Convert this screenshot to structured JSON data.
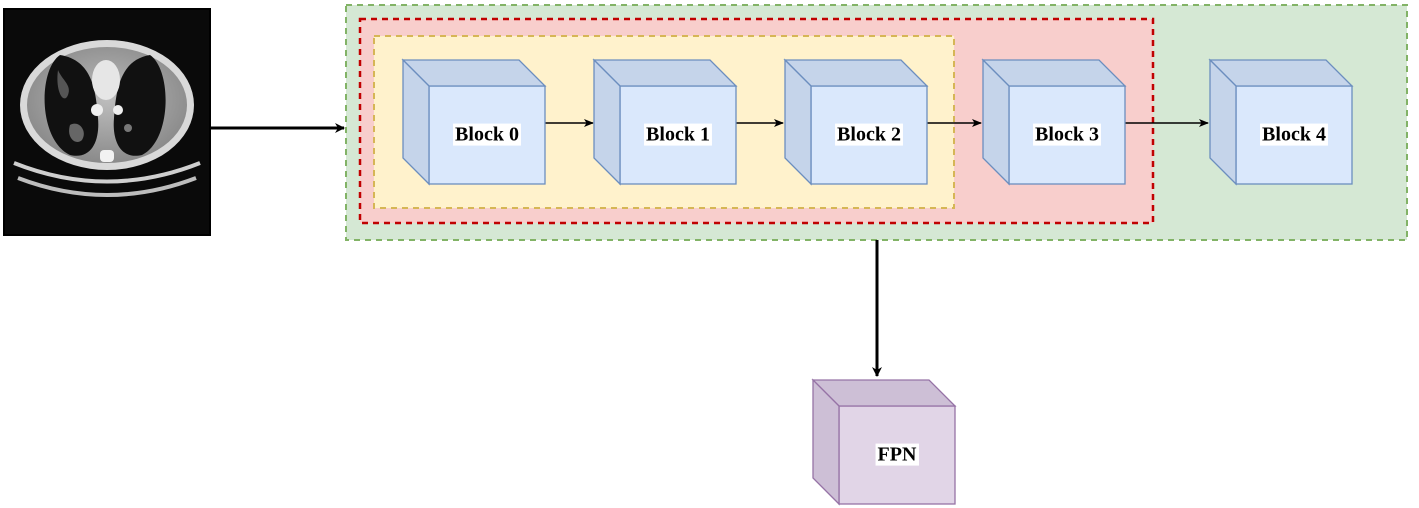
{
  "blocks": [
    {
      "label": "Block 0"
    },
    {
      "label": "Block 1"
    },
    {
      "label": "Block 2"
    },
    {
      "label": "Block 3"
    },
    {
      "label": "Block 4"
    }
  ],
  "fpn": {
    "label": "FPN"
  },
  "colors": {
    "block_fill": "#dae8fc",
    "block_side": "#c5d4ea",
    "block_stroke": "#6c8ebf",
    "fpn_fill": "#e1d5e7",
    "fpn_side": "#cdbfd6",
    "fpn_stroke": "#9673a6",
    "outer_region_fill": "#d5e8d4",
    "outer_region_stroke": "#82b366",
    "mid_region_fill": "#f8cecc",
    "mid_region_stroke": "#c00000",
    "inner_region_fill": "#fff2cc",
    "inner_region_stroke": "#d6b656"
  },
  "input_image": {
    "icon": "ct-scan-slice-icon"
  }
}
